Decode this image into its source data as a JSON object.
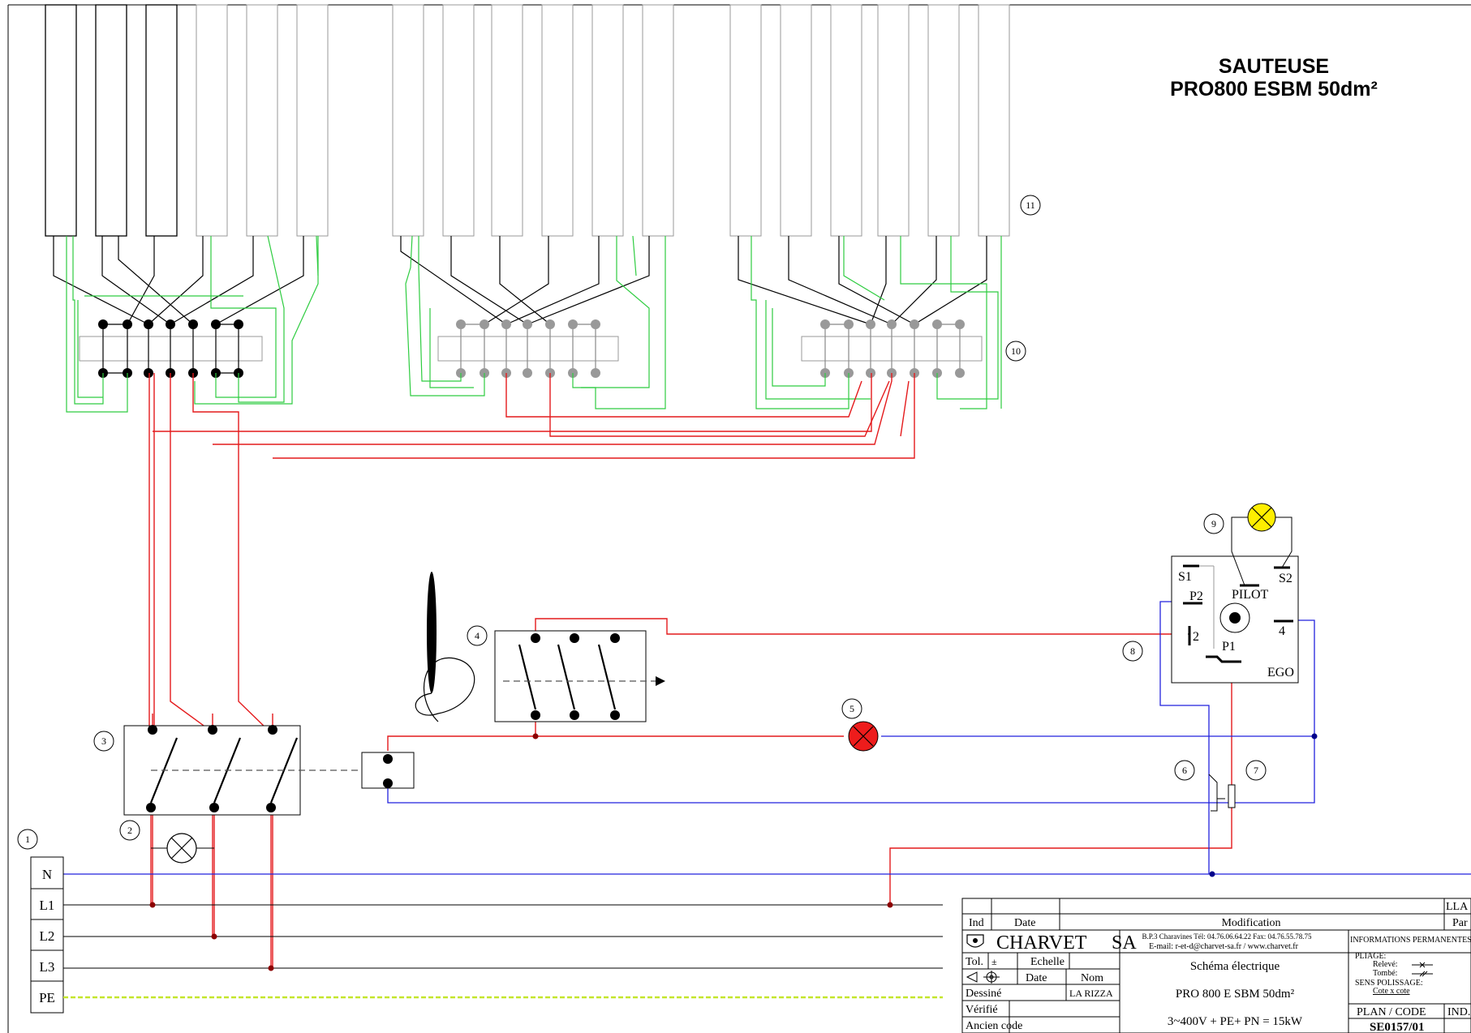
{
  "title": {
    "line1": "SAUTEUSE",
    "line2": "PRO800 ESBM 50dm²"
  },
  "callouts": {
    "c1": "1",
    "c2": "2",
    "c3": "3",
    "c4": "4",
    "c5": "5",
    "c6": "6",
    "c7": "7",
    "c8": "8",
    "c9": "9",
    "c10": "10",
    "c11": "11"
  },
  "lines": {
    "n": "N",
    "l1": "L1",
    "l2": "L2",
    "l3": "L3",
    "pe": "PE"
  },
  "regulator": {
    "s1": "S1",
    "s2": "S2",
    "p2": "P2",
    "pilot": "PILOT",
    "t2": "2",
    "t4": "4",
    "p1": "P1",
    "brand": "EGO"
  },
  "title_block": {
    "llabel": "LLA",
    "ind": "Ind",
    "date": "Date",
    "modification": "Modification",
    "par": "Par",
    "company": "CHARVET",
    "company_suffix": "SA",
    "address": "B.P.3 Charavines Tél: 04.76.06.64.22 Fax: 04.76.55.78.75",
    "email": "E-mail: r-et-d@charvet-sa.fr / www.charvet.fr",
    "info_perm": "INFORMATIONS PERMANENTES",
    "tol": "Tol.",
    "tol_val": "±",
    "echelle": "Echelle",
    "date2": "Date",
    "nom": "Nom",
    "dessine": "Dessiné",
    "dessine_nom": "LA RIZZA",
    "verifie": "Vérifié",
    "ancien_code": "Ancien code",
    "schema": "Schéma électrique",
    "model": "PRO 800 E SBM 50dm²",
    "power": "3~400V + PE+ PN = 15kW",
    "pliage": "PLIAGE:",
    "releve": "Relevé:",
    "tombe": "Tombé:",
    "sens": "SENS POLISSAGE:",
    "cote": "Cote x cote",
    "plan_code": "PLAN / CODE",
    "ind2": "IND.",
    "code": "SE0157/01"
  }
}
